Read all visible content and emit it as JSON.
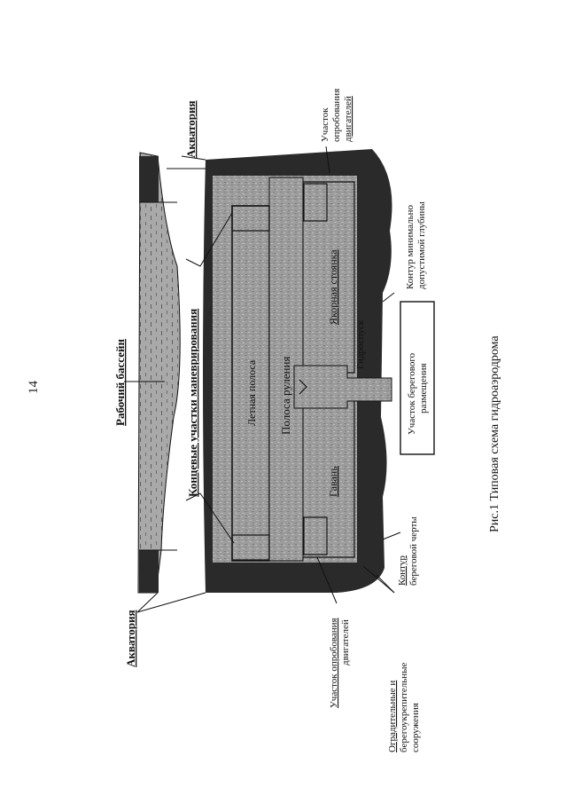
{
  "page_number": "14",
  "labels": {
    "akvatoriya_top": "Акватория",
    "akvatoriya_bottom": "Акватория",
    "rabochiy_basseyn": "Рабочий бассейн",
    "kontsevye_uchastki": "Концевые участки маневрирования",
    "letnaya_polosa": "Летная полоса",
    "polosa_razgona": "Полоса руления",
    "gavan": "Гавань",
    "yakornaya_stoyanka": "Якорная стоянка",
    "gidrospusk": "Гидроспуск",
    "uchastok_top_1": "Участок",
    "uchastok_top_2": "опробования",
    "uchastok_top_3": "двигателей",
    "kontur_min_1": "Контур минимально",
    "kontur_min_2": "допустимой глубины",
    "uchastok_beregovogo_1": "Участок берегового",
    "uchastok_beregovogo_2": "размещения",
    "kontur_beregovoy_1": "Контур",
    "kontur_beregovoy_2": "береговой черты",
    "uchastok_bottom_1": "Участок опробования",
    "uchastok_bottom_2": "двигателей",
    "ograditelnye_1": "Оградительные и",
    "ograditelnye_2": "берегоукрепительные",
    "ograditelnye_3": "сооружения"
  },
  "caption": "Рис.1 Типовая схема гидроаэродрома",
  "colors": {
    "shore": "#2a2a2a",
    "water_outer": "#3a3a3a",
    "water_area": "#9a9a9a",
    "pool": "#a8a8a8",
    "line": "#111111"
  }
}
